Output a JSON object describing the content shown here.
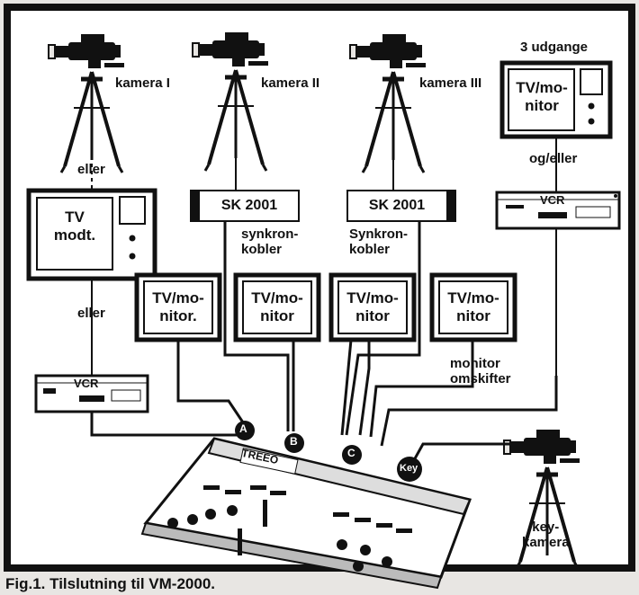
{
  "cameras": {
    "cam1_label": "kamera I",
    "cam2_label": "kamera II",
    "cam3_label": "kamera III",
    "key_camera_label": "key-\nkamera"
  },
  "or_labels": {
    "eller_top": "eller",
    "eller_mid": "eller",
    "og_eller": "og/eller"
  },
  "tv_receiver": "TV\nmodt.",
  "monitor_top": {
    "heading": "3 udgange",
    "screen": "TV/mo-\nnitor"
  },
  "sync": {
    "box_left": "SK 2001",
    "box_right": "SK 2001",
    "label_left": "synkron-\nkobler",
    "label_right": "Synkron-\nkobler"
  },
  "vcr": {
    "left": "VCR",
    "right": "VCR"
  },
  "monitors": {
    "m1": "TV/mo-\nnitor.",
    "m2": "TV/mo-\nnitor",
    "m3": "TV/mo-\nnitor",
    "m4": "TV/mo-\nnitor"
  },
  "monitor_switch": "monitor\nomskifter",
  "inputs": [
    "A",
    "B",
    "C",
    "Key"
  ],
  "mixer_brand": "TREEO",
  "caption": "Fig.1. Tilslutning til VM-2000."
}
